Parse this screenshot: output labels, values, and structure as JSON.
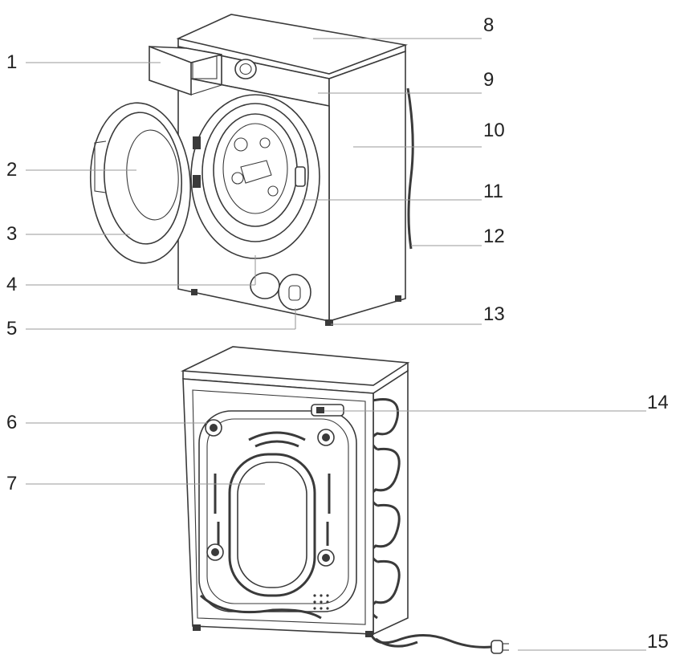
{
  "diagram": {
    "labels": [
      "1",
      "2",
      "3",
      "4",
      "5",
      "6",
      "7",
      "8",
      "9",
      "10",
      "11",
      "12",
      "13",
      "14",
      "15"
    ]
  },
  "colors": {
    "line": "#3a3a3a",
    "leader": "#8a8a8a",
    "label": "#222222",
    "background": "#ffffff"
  }
}
